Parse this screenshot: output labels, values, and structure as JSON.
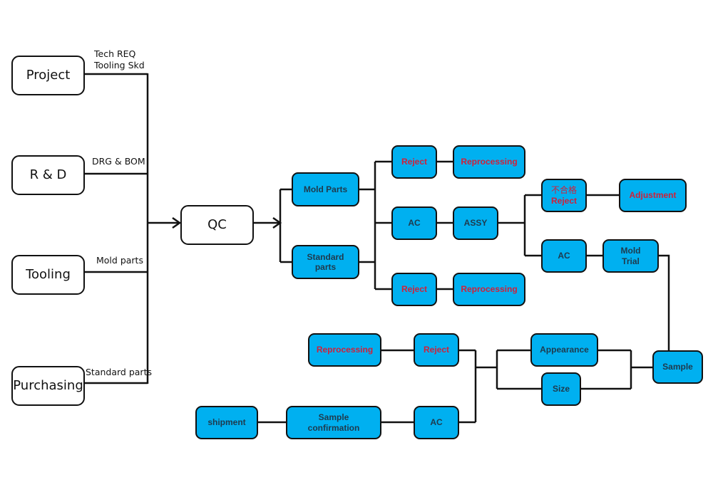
{
  "diagram": {
    "sources": {
      "project": "Project",
      "rnd": "R & D",
      "tooling": "Tooling",
      "purchasing": "Purchasing"
    },
    "edge_labels": {
      "project_line1": "Tech REQ",
      "project_line2": "Tooling Skd",
      "rnd": "DRG & BOM",
      "tooling": "Mold parts",
      "purchasing": "Standard parts"
    },
    "qc": "QC",
    "mold_parts": "Mold Parts",
    "standard_parts_line1": "Standard",
    "standard_parts_line2": "parts",
    "reject_top": "Reject",
    "reprocessing_top": "Reprocessing",
    "ac_mid": "AC",
    "assy": "ASSY",
    "reject_bottom": "Reject",
    "reprocessing_bottom": "Reprocessing",
    "assy_reject_cn": "不合格",
    "assy_reject": "Reject",
    "adjustment": "Adjustment",
    "ac_assy": "AC",
    "mold_trial_line1": "Mold",
    "mold_trial_line2": "Trial",
    "sample": "Sample",
    "appearance": "Appearance",
    "size": "Size",
    "sample_reject": "Reject",
    "sample_reprocessing": "Reprocessing",
    "sample_ac": "AC",
    "sample_confirmation_line1": "Sample",
    "sample_confirmation_line2": "confirmation",
    "shipment": "shipment",
    "colors": {
      "node_fill": "#00b0f0",
      "node_text": "#1f3a4d",
      "reject_text": "#d0203a",
      "line": "#111111"
    }
  }
}
